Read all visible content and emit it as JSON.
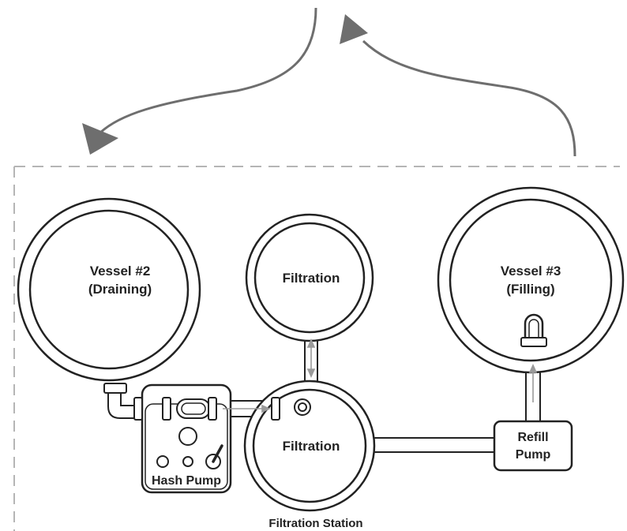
{
  "labels": {
    "vessel2_line1": "Vessel #2",
    "vessel2_line2": "(Draining)",
    "vessel3_line1": "Vessel #3",
    "vessel3_line2": "(Filling)",
    "filtration_top": "Filtration",
    "filtration_bottom": "Filtration",
    "refill_line1": "Refill",
    "refill_line2": "Pump",
    "hash_pump": "Hash Pump",
    "station": "Filtration Station"
  },
  "colors": {
    "stroke": "#222222",
    "arrow": "#6e6e6e",
    "dashed_border": "#b5b5b5",
    "flow_arrow": "#9a9a9a"
  }
}
